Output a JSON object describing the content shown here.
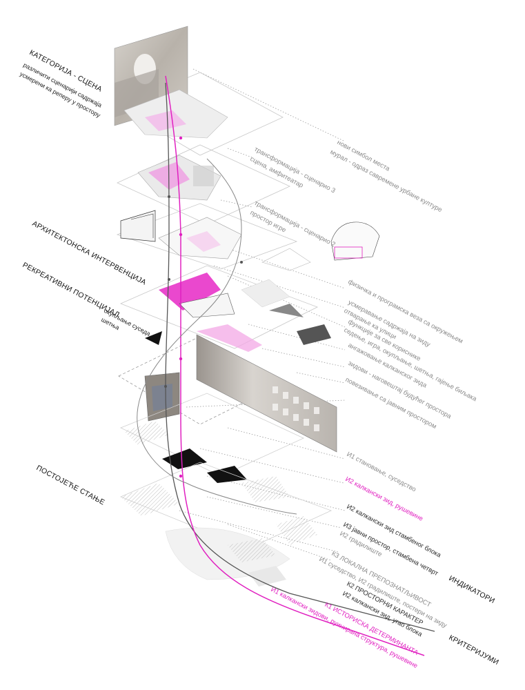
{
  "left_headings": {
    "category": "КАТЕГОРИЈА - СЦЕНА",
    "category_sub_1": "различити сценарији садржаја",
    "category_sub_2": "усмерени ка реперу у простору",
    "architectural": "АРХИТЕКТОНСКА ИНТЕРВЕНЦИЈА",
    "recreational": "РЕКРЕАТИВНИ ПОТЕНЦИЈАЛ",
    "recreational_sub_1": "окупљање суседа,",
    "recreational_sub_2": "шетња",
    "existing": "ПОСТОЈЕЋЕ СТАЊЕ"
  },
  "right_headings": {
    "indicators": "ИНДИКАТОРИ",
    "criteria": "КРИТЕРИЈУМИ"
  },
  "layer_labels": {
    "mural_1": "нови симбол места",
    "mural_2": "мурал - одраз савремене урбане културе",
    "scenario3_1": "трансформација - сценарио 3",
    "scenario3_2": "сцена, амфитеатар",
    "scenario2_1": "трансформација - сценарио 2",
    "scenario2_2": "простор игре",
    "links": [
      "физичка и програмска веза са окружењем",
      "усмеравање садржаја на зиду",
      "отварање ка улици",
      "функције за све кориснике",
      "седење, игра, окупљање, шетња, гајење биљака",
      "ангажовање калканског зида",
      "зидови - наговештај будућег простора",
      "повезивање са јавним простором"
    ]
  },
  "indicator_labels": {
    "i1_housing": "И1 становање, суседство",
    "i2_firewall_ruins": "И2  калкански зид, рушевине",
    "i2_firewall_block": "И2  калкански зид стамбеног блока",
    "i3_public_space": "И3 јавни простор, стамбена четврт",
    "i2_construction": "И2 градилиште",
    "k3": "К3  ЛОКАЛНА ПРЕПОЗНАТЉИВОСТ",
    "k3_sub": "И1 суседство, И2 градилиште, постери на зиду",
    "k2": "К2  ПРОСТОРНИ КАРАКТЕР",
    "k2_sub": "И2 калкански зид, угао блока",
    "k1": "К1  ИСТОРИСКА ДЕТЕРМИНАНТА",
    "k1_sub": "И1 калкански зидови, руинирана структура, рушевине"
  },
  "colors": {
    "accent": "#e020c0",
    "line_dark": "#555555",
    "line_light": "#9a9a9a",
    "plane": "#bdbdbd",
    "photo": "#c9c4bd"
  },
  "icons": {
    "arrow_black": "black-triangle-marker",
    "path_dot": "node-dot"
  }
}
